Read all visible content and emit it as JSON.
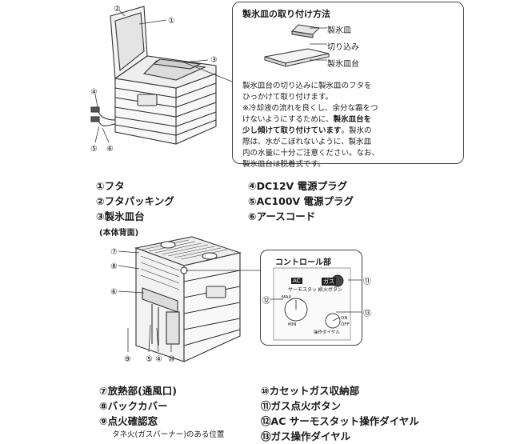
{
  "figure_top": {
    "callouts": [
      "②",
      "①",
      "③",
      "④",
      "⑤",
      "⑥"
    ]
  },
  "tray_callout": {
    "title": "製氷皿の取り付け方法",
    "labels": {
      "tray": "製氷皿",
      "notch": "切り込み",
      "base": "製氷皿台"
    },
    "note_line1": "製氷皿台の切り込みに製氷皿のフタを",
    "note_line2": "ひっかけて取り付けます。",
    "note_line3": "※冷却液の流れを良くし、余分な霜をつ",
    "note_line4a": "けないようにするために、",
    "note_line4b": "製氷皿台を",
    "note_line5b": "少し傾けて取り付けています",
    "note_line5c": "。製氷の",
    "note_line6": "際は、水がこぼれないように、製氷皿",
    "note_line7": "内の水量に十分ご注意ください。なお、",
    "note_line8": "製氷皿台は脱着式です。"
  },
  "legend_top": {
    "items": [
      {
        "num": "①",
        "text": "フタ"
      },
      {
        "num": "②",
        "text": "フタパッキング"
      },
      {
        "num": "③",
        "text": "製氷皿台"
      },
      {
        "num": "④",
        "text": "DC12V 電源プラグ"
      },
      {
        "num": "⑤",
        "text": "AC100V 電源プラグ"
      },
      {
        "num": "⑥",
        "text": "アースコード"
      }
    ]
  },
  "figure_back": {
    "title": "(本体背面)",
    "callouts": [
      "⑦",
      "⑧",
      "⑥",
      "⑨",
      "⑤",
      "④",
      "⑩"
    ]
  },
  "control_panel": {
    "title": "コントロール部",
    "ac_badge": "AC",
    "thermostat_label": "サーモスタット",
    "gas_badge": "ガス",
    "ignite_label": "点火ボタン",
    "dial_marks": [
      "MAX",
      "MIN"
    ],
    "gas_dial_label": "操作ダイヤル",
    "gas_dial_marks": [
      "ON",
      "OFF"
    ],
    "callouts": [
      "⑪",
      "⑫",
      "⑬"
    ]
  },
  "legend_bottom": {
    "items": [
      {
        "num": "⑦",
        "text": "放熱部(通風口)"
      },
      {
        "num": "⑧",
        "text": "バックカバー"
      },
      {
        "num": "⑨",
        "text": "点火確認窓"
      },
      {
        "num": "⑩",
        "text": "カセットガス収納部"
      },
      {
        "num": "⑪",
        "text": "ガス点火ボタン"
      },
      {
        "num": "⑫",
        "text": "AC サーモスタット操作ダイヤル"
      },
      {
        "num": "⑬",
        "text": "ガス操作ダイヤル"
      }
    ],
    "sub_note": "タネ火(ガスバーナー)のある位置"
  }
}
